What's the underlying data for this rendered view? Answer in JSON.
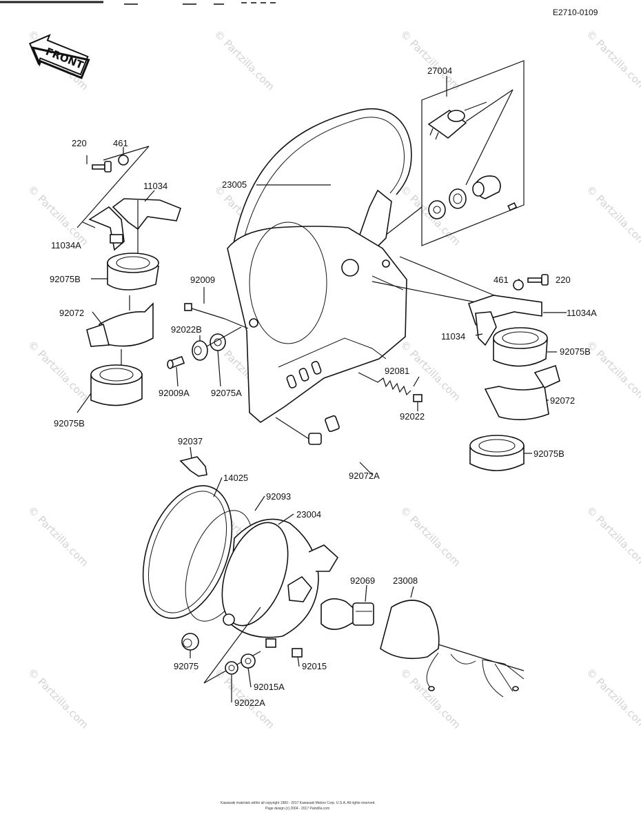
{
  "header": {
    "drawing_code": "E2710-0109"
  },
  "front_arrow": {
    "label": "FRONT"
  },
  "watermark": {
    "text": "© Partzilla.com"
  },
  "parts": {
    "p27004": "27004",
    "p23005": "23005",
    "p220_left": "220",
    "p461_left": "461",
    "p11034_left": "11034",
    "p11034A_left": "11034A",
    "p92075B_left_top": "92075B",
    "p92072_left": "92072",
    "p92075B_left_bottom": "92075B",
    "p92009": "92009",
    "p92022B": "92022B",
    "p92009A": "92009A",
    "p92075A": "92075A",
    "p461_right": "461",
    "p220_right": "220",
    "p11034A_right": "11034A",
    "p11034_right": "11034",
    "p92075B_right_top": "92075B",
    "p92081": "92081",
    "p92022": "92022",
    "p92072_right": "92072",
    "p92075B_right_bottom": "92075B",
    "p92072A": "92072A",
    "p92037": "92037",
    "p14025": "14025",
    "p92093": "92093",
    "p23004": "23004",
    "p92069": "92069",
    "p23008": "23008",
    "p92075": "92075",
    "p92015": "92015",
    "p92015A": "92015A",
    "p92022A": "92022A"
  },
  "footer": {
    "line1": "Kawasaki materials within all copyright 1983 - 2017 Kawasaki Motors Corp. U.S.A. All rights reserved.",
    "line2": "Page design (c) 2004 - 2017 Partzilla.com"
  }
}
